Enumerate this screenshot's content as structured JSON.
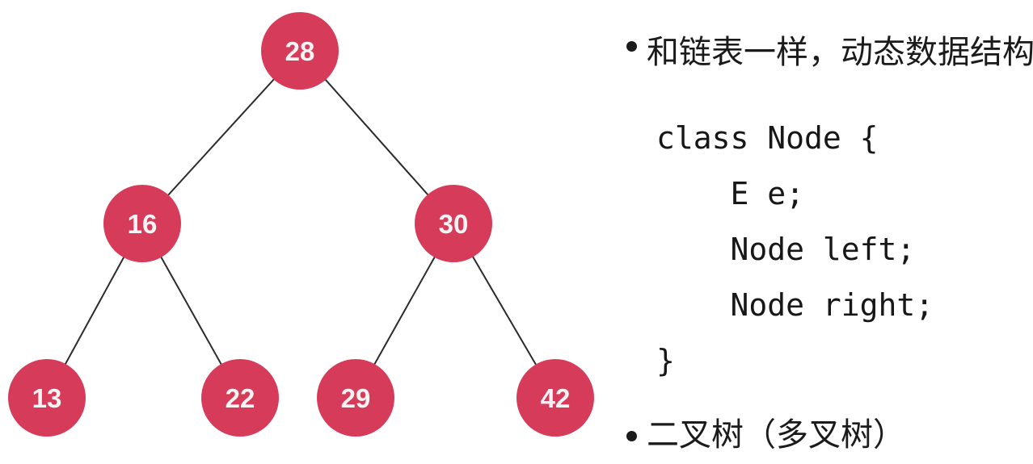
{
  "diagram": {
    "type": "binary-search-tree",
    "node_fill_color": "#d63c5a",
    "node_label_color": "#f7f3f4",
    "edge_color": "#2b2b2b",
    "nodes": [
      {
        "value": "28",
        "role": "root"
      },
      {
        "value": "16",
        "role": "left-child-of-28"
      },
      {
        "value": "30",
        "role": "right-child-of-28"
      },
      {
        "value": "13",
        "role": "left-child-of-16"
      },
      {
        "value": "22",
        "role": "right-child-of-16"
      },
      {
        "value": "29",
        "role": "left-child-of-30"
      },
      {
        "value": "42",
        "role": "right-child-of-30"
      }
    ],
    "edges": [
      "28-16",
      "28-30",
      "16-13",
      "16-22",
      "30-29",
      "30-42"
    ]
  },
  "notes": {
    "bullet1": "和链表一样，动态数据结构",
    "bullet2": "二叉树（多叉树）",
    "code": {
      "lines": [
        "class Node {",
        "    E e;",
        "    Node left;",
        "    Node right;",
        "}"
      ]
    }
  }
}
